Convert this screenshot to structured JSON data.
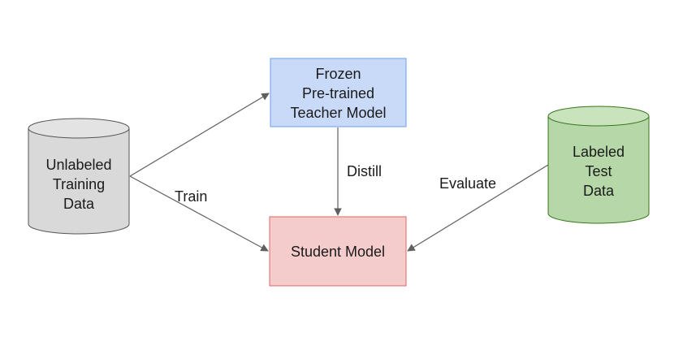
{
  "nodes": {
    "unlabeled_data": {
      "text": "Unlabeled\nTraining\nData",
      "shape": "cylinder",
      "fill": "#d9d9d9",
      "stroke": "#555555"
    },
    "teacher": {
      "text": "Frozen\nPre-trained\nTeacher Model",
      "shape": "rectangle",
      "fill": "#c9daf8",
      "stroke": "#6d9eeb"
    },
    "student": {
      "text": "Student Model",
      "shape": "rectangle",
      "fill": "#f4cccc",
      "stroke": "#e06666"
    },
    "labeled_test_data": {
      "text": "Labeled\nTest\nData",
      "shape": "cylinder",
      "fill": "#b6d7a8",
      "stroke": "#38761d"
    }
  },
  "edges": {
    "data_to_teacher": {
      "from": "unlabeled_data",
      "to": "teacher",
      "label": ""
    },
    "train": {
      "from": "unlabeled_data",
      "to": "student",
      "label": "Train"
    },
    "distill": {
      "from": "teacher",
      "to": "student",
      "label": "Distill"
    },
    "evaluate": {
      "from": "labeled_test_data",
      "to": "student",
      "label": "Evaluate"
    }
  },
  "colors": {
    "arrow": "#5f5f5f",
    "text": "#1a1a1a"
  }
}
